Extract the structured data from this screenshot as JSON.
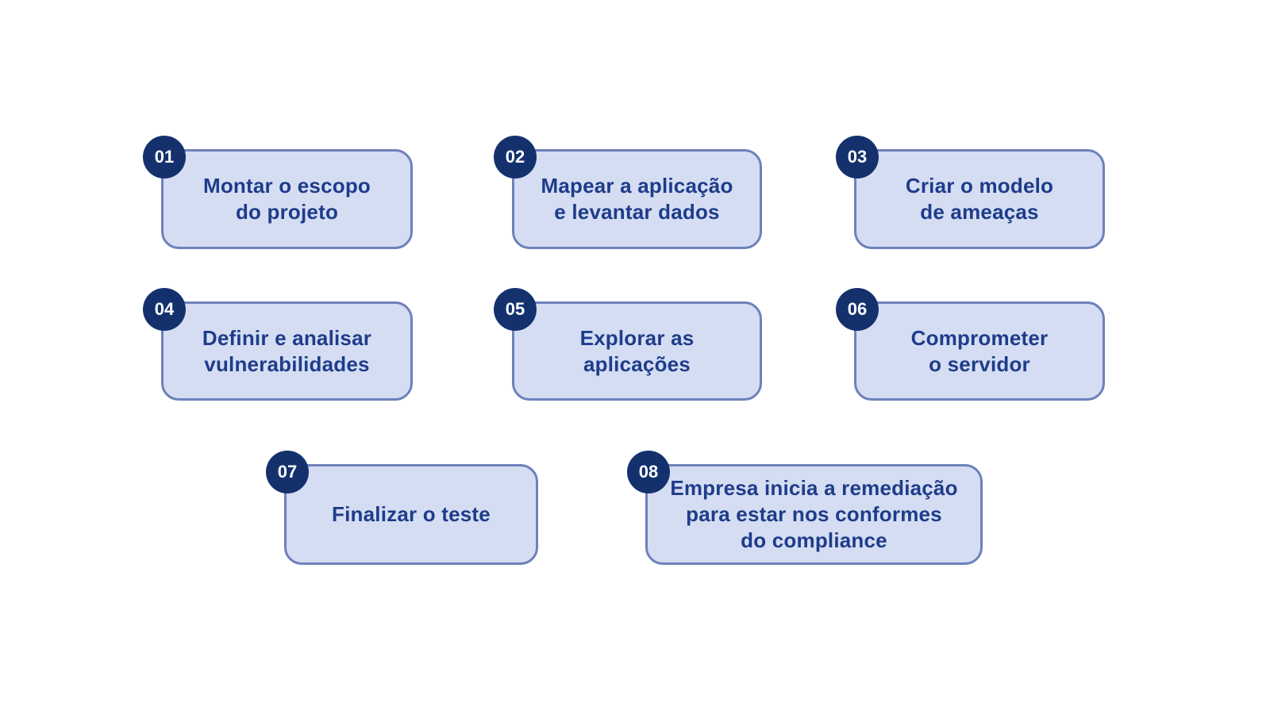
{
  "diagram": {
    "steps": [
      {
        "number": "01",
        "label": "Montar o escopo\ndo projeto"
      },
      {
        "number": "02",
        "label": "Mapear a aplicação\ne levantar dados"
      },
      {
        "number": "03",
        "label": "Criar o modelo\nde ameaças"
      },
      {
        "number": "04",
        "label": "Definir e analisar\nvulnerabilidades"
      },
      {
        "number": "05",
        "label": "Explorar as\naplicações"
      },
      {
        "number": "06",
        "label": "Comprometer\no servidor"
      },
      {
        "number": "07",
        "label": "Finalizar o teste"
      },
      {
        "number": "08",
        "label": "Empresa inicia a remediação\npara estar nos conformes\ndo compliance"
      }
    ],
    "colors": {
      "badge_background": "#14316e",
      "badge_text": "#ffffff",
      "card_fill": "#d5ddf3",
      "card_border": "#6d81ba",
      "card_text": "#1e3c8a",
      "page_background": "#ffffff"
    }
  }
}
